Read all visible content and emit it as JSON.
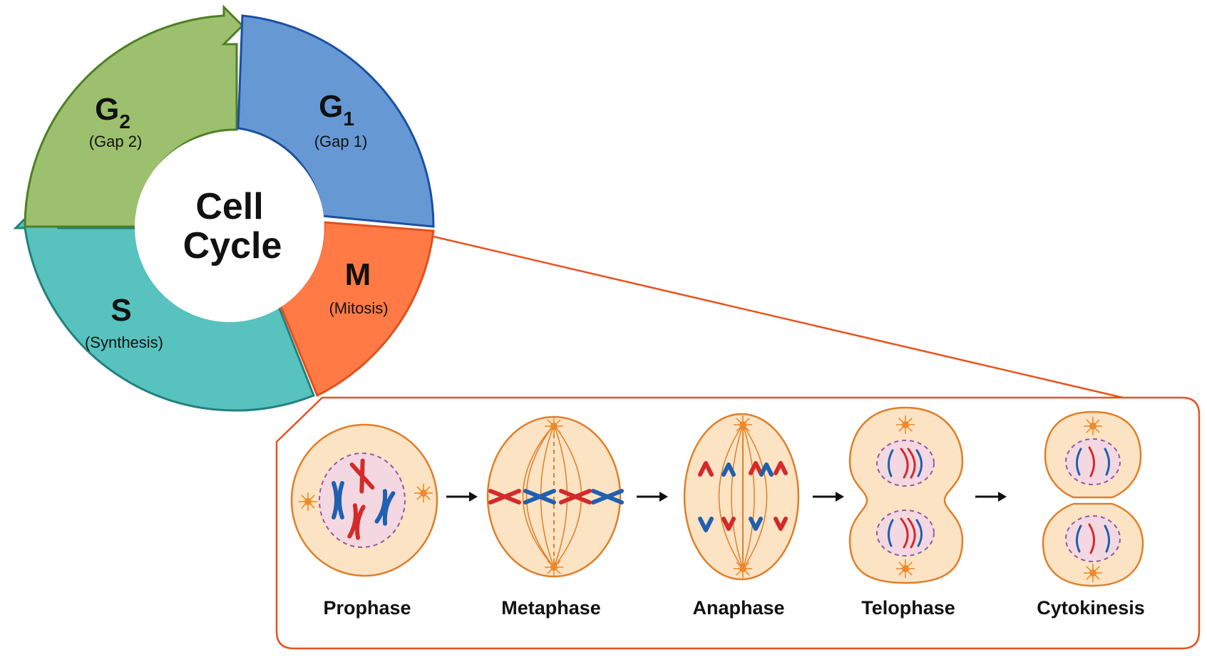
{
  "title": {
    "line1": "Cell",
    "line2": "Cycle"
  },
  "phases": {
    "g1": {
      "letter": "G",
      "subscript": "1",
      "name": "(Gap 1)",
      "color": "#6699D4",
      "stroke": "#1D4FA0"
    },
    "g2": {
      "letter": "G",
      "subscript": "2",
      "name": "(Gap 2)",
      "color": "#9DC06E",
      "stroke": "#4E7F25"
    },
    "s": {
      "letter": "S",
      "name": "(Synthesis)",
      "color": "#57C2BE",
      "stroke": "#20827F"
    },
    "m": {
      "letter": "M",
      "name": "(Mitosis)",
      "color": "#FF7A45",
      "stroke": "#E0511F"
    }
  },
  "mitosis_stages": [
    {
      "label": "Prophase"
    },
    {
      "label": "Metaphase"
    },
    {
      "label": "Anaphase"
    },
    {
      "label": "Telophase"
    },
    {
      "label": "Cytokinesis"
    }
  ],
  "colors": {
    "cell_fill": "#FCE3C4",
    "cell_stroke": "#E07F2A",
    "nucleus_fill": "#F3D8E2",
    "nucleus_stroke": "#8E5AA6",
    "chromosome_red": "#D42A2A",
    "chromosome_blue": "#2060B0",
    "centrosome": "#EE8A2A",
    "callout": "#E8531E"
  }
}
